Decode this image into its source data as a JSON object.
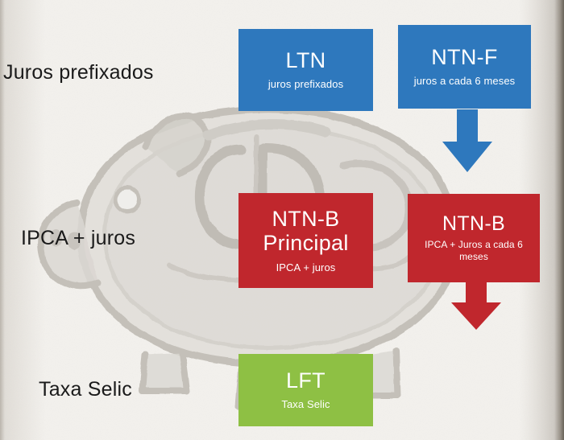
{
  "diagram": {
    "title_row_labels": [
      {
        "id": "juros-prefixados",
        "text": "Juros prefixados"
      },
      {
        "id": "ipca-juros",
        "text": "IPCA + juros"
      },
      {
        "id": "taxa-selic",
        "text": "Taxa Selic"
      }
    ],
    "boxes": [
      {
        "id": "ltn",
        "title": "LTN",
        "subtitle": "juros prefixados",
        "color": "#2e78bd"
      },
      {
        "id": "ntnf",
        "title": "NTN-F",
        "subtitle": "juros a cada 6 meses",
        "color": "#2e78bd"
      },
      {
        "id": "ntnb-principal",
        "title_line1": "NTN-B",
        "title_line2": "Principal",
        "subtitle": "IPCA + juros",
        "color": "#c0272d"
      },
      {
        "id": "ntnb",
        "title": "NTN-B",
        "subtitle": "IPCA + Juros a cada 6 meses",
        "color": "#c0272d"
      },
      {
        "id": "lft",
        "title": "LFT",
        "subtitle": "Taxa Selic",
        "color": "#8ec044"
      }
    ],
    "arrows": [
      {
        "id": "arrow-blue-down",
        "color": "#2e78bd",
        "direction": "down"
      },
      {
        "id": "arrow-red-down",
        "color": "#c0272d",
        "direction": "down"
      }
    ],
    "background": {
      "illustration": "piggy-bank-sketch",
      "canvas_color": "#f2f0ec",
      "sketch_color": "#c9c6c1"
    }
  }
}
